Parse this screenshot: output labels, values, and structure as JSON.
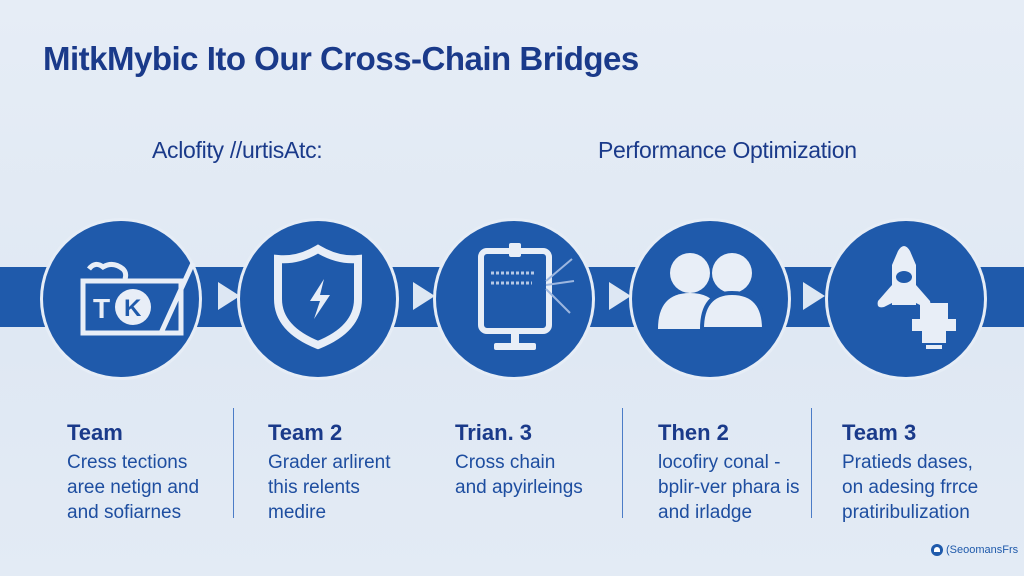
{
  "header": {
    "title": "MitkMybic Ito Our Cross-Chain Bridges",
    "subheading_left": "Aclofity //urtisAtc:",
    "subheading_right": "Performance Optimization"
  },
  "colors": {
    "primary_blue": "#1f5aab",
    "text_dark_blue": "#1a3a8a",
    "background": "#e6edf6"
  },
  "steps": [
    {
      "icon": "toolkit-icon",
      "title": "Team",
      "lines": [
        "Cress tections",
        "aree netign and",
        "and sofiarnes"
      ]
    },
    {
      "icon": "shield-lightning-icon",
      "title": "Team 2",
      "lines": [
        "Grader arlirent",
        "this relents",
        "medire"
      ]
    },
    {
      "icon": "monitor-icon",
      "title": "Trian. 3",
      "lines": [
        "Cross chain",
        "and apyirleings"
      ]
    },
    {
      "icon": "users-icon",
      "title": "Then 2",
      "lines": [
        "locofiry conal -",
        "bplir-ver phara is",
        "and irladge"
      ]
    },
    {
      "icon": "rocket-icon",
      "title": "Team 3",
      "lines": [
        "Pratieds dases,",
        "on adesing frrce",
        "pratiribulization"
      ]
    }
  ],
  "footer": {
    "logo_icon": "brand-logo-icon",
    "logo_text": "(SeoomansFrs"
  }
}
